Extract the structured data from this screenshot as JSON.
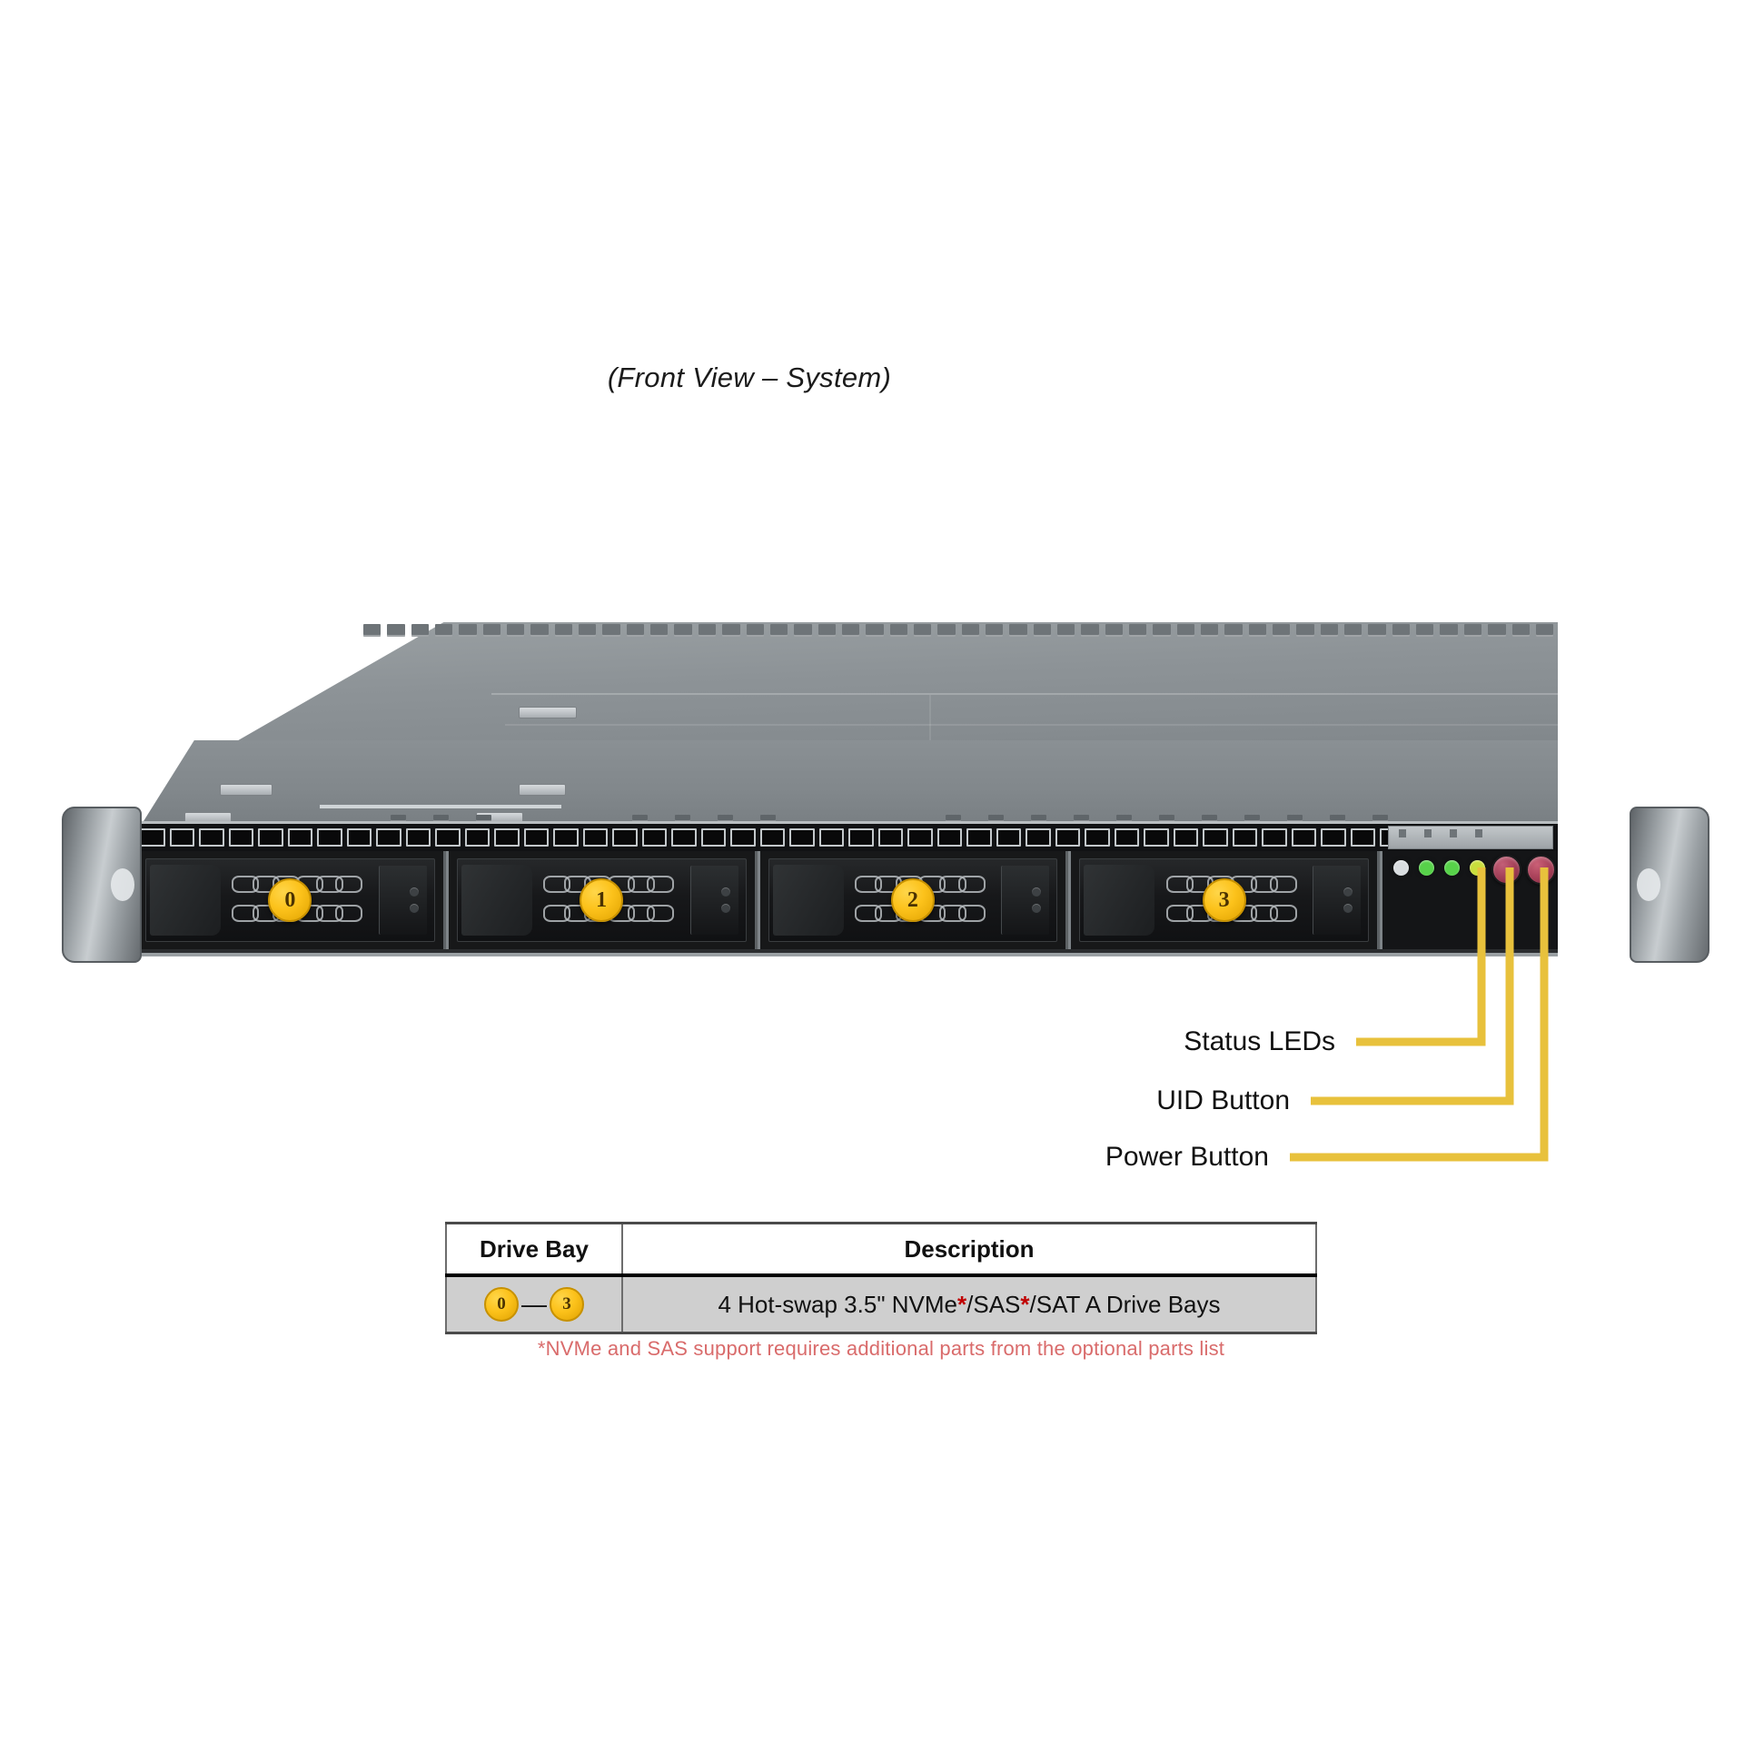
{
  "title": "(Front View – System)",
  "server": {
    "drive_bays": [
      {
        "number": "0"
      },
      {
        "number": "1"
      },
      {
        "number": "2"
      },
      {
        "number": "3"
      }
    ],
    "control_panel": {
      "leds": [
        {
          "name": "led-information",
          "color": "#d9dde0"
        },
        {
          "name": "led-nic2",
          "color": "#57d24a"
        },
        {
          "name": "led-nic1",
          "color": "#57d24a"
        },
        {
          "name": "led-hdd",
          "color": "#c9de3c"
        },
        {
          "name": "led-power",
          "color": "#57d24a"
        }
      ],
      "buttons": [
        {
          "name": "uid-button",
          "color": "#9c3a52"
        },
        {
          "name": "power-button",
          "color": "#a33c55"
        }
      ]
    }
  },
  "callouts": [
    {
      "label": "Status LEDs"
    },
    {
      "label": "UID Button"
    },
    {
      "label": "Power Button"
    }
  ],
  "table": {
    "headers": [
      "Drive Bay",
      "Description"
    ],
    "row": {
      "bay_from": "0",
      "bay_dash": "—",
      "bay_to": "3",
      "description_pre": "4 Hot-swap 3.5\" NVMe",
      "star1": "*",
      "description_mid": "/SAS",
      "star2": "*",
      "description_post": "/SAT A Drive Bays"
    },
    "footnote": "*NVMe and SAS support requires additional parts from the optional parts list"
  },
  "colors": {
    "callout_line": "#e8c13c",
    "badge_yellow": "#fcc21b",
    "footnote_red": "#d96b6b"
  }
}
